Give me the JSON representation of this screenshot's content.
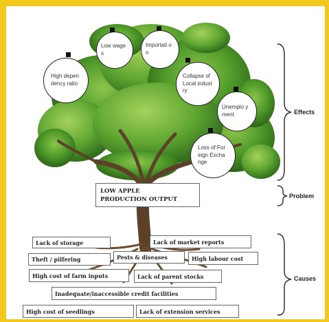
{
  "effects": [
    {
      "id": "high-dependency-ratio",
      "text": "High dependency ratio"
    },
    {
      "id": "low-wages",
      "text": "Low wages"
    },
    {
      "id": "importation",
      "text": "Importati on"
    },
    {
      "id": "collapse-local-industry",
      "text": "Collapse of Local industry"
    },
    {
      "id": "unemployment",
      "text": "Unemplo yment"
    },
    {
      "id": "loss-foreign-exchange",
      "text": "Loss of Foreign Exchange"
    }
  ],
  "problem": {
    "line1": "LOW APPLE",
    "line2": "PRODUCTION OUTPUT"
  },
  "causes": [
    {
      "id": "lack-of-storage",
      "text": "Lack of storage"
    },
    {
      "id": "lack-of-market-reports",
      "text": "Lack of market reports"
    },
    {
      "id": "theft-pilfering",
      "text": "Theft / pilfering"
    },
    {
      "id": "pests-diseases",
      "text": "Pests & diseases"
    },
    {
      "id": "high-labour-cost",
      "text": "High labour cost"
    },
    {
      "id": "high-cost-farm-inputs",
      "text": "High cost of farm inputs"
    },
    {
      "id": "lack-parent-stocks",
      "text": "Lack of parent stocks"
    },
    {
      "id": "inadequate-credit",
      "text": "Inadequate/inaccessible credit facilities"
    },
    {
      "id": "high-cost-seedlings",
      "text": "High cost of seedlings"
    },
    {
      "id": "lack-extension-services",
      "text": "Lack of extension services"
    }
  ],
  "labels": {
    "effects": "Effects",
    "problem": "Problem",
    "causes": "Causes"
  },
  "colors": {
    "frame": "#f3c81c",
    "foliage_dark": "#2f6b1c",
    "foliage_light": "#7fb843",
    "trunk": "#5b4128"
  }
}
